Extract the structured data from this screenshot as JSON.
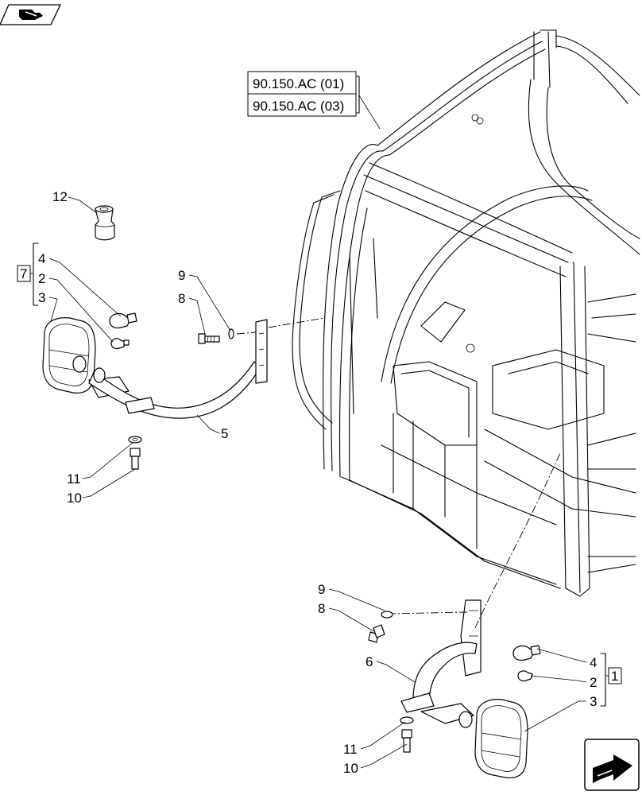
{
  "reference_boxes": [
    "90.150.AC (01)",
    "90.150.AC (03)"
  ],
  "callouts": {
    "c1": "12",
    "c2": "4",
    "c3": "2",
    "c4": "3",
    "c5": "9",
    "c6": "8",
    "c7": "5",
    "c8": "11",
    "c9": "10",
    "c10": "9",
    "c11": "8",
    "c12": "6",
    "c13": "11",
    "c14": "10",
    "c15": "4",
    "c16": "2",
    "c17": "3"
  },
  "kit_labels": {
    "left": "7",
    "right": "1"
  },
  "icons": {
    "top_left": "book-icon",
    "bottom_right": "next-page-arrow-icon"
  }
}
